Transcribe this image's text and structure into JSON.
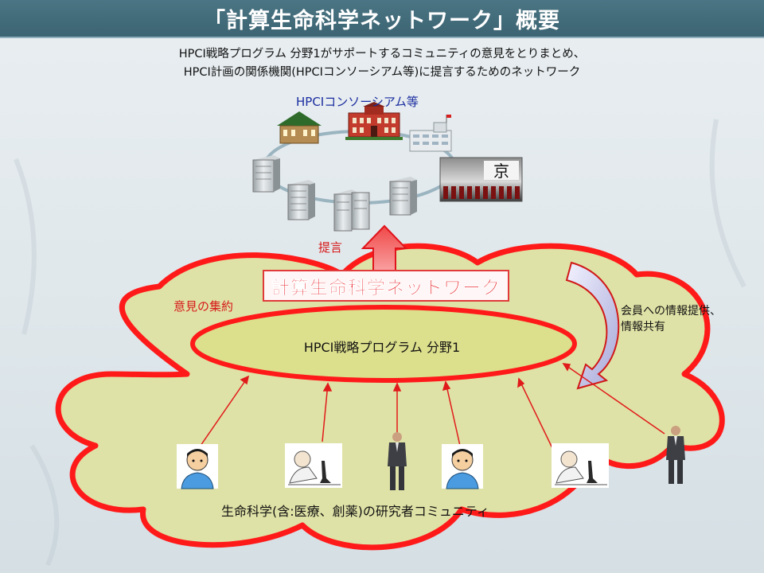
{
  "title": "「計算生命科学ネットワーク」概要",
  "subtitle_line1": "HPCI戦略プログラム 分野1がサポートするコミュニティの意見をとりまとめ、",
  "subtitle_line2": "HPCI計画の関係機関(HPCIコンソーシアム等)に提言するためのネットワーク",
  "consortium_label": "HPCIコンソーシアム等",
  "k_computer_text": "京",
  "proposal_label": "提言",
  "network_label": "計算生命科学ネットワーク",
  "opinion_label": "意見の集約",
  "ellipse_label": "HPCI戦略プログラム 分野1",
  "info_label_line1": "会員への情報提供、",
  "info_label_line2": "情報共有",
  "community_label": "生命科学(含:医療、創薬)の研究者コミュニティ",
  "colors": {
    "title_bar": "#437080",
    "cloud_fill": "#dfe2a6",
    "cloud_stroke": "#ff1a1a",
    "ellipse_fill": "#dcdf8c",
    "accent_red": "#e8141c",
    "consortium_blue": "#1a2ca0"
  },
  "icons": [
    "university-building-icon",
    "red-brick-building-icon",
    "office-building-icon",
    "server-icon",
    "k-computer-icon",
    "researcher-avatar-icon",
    "microscope-scientist-icon",
    "businessman-icon"
  ]
}
